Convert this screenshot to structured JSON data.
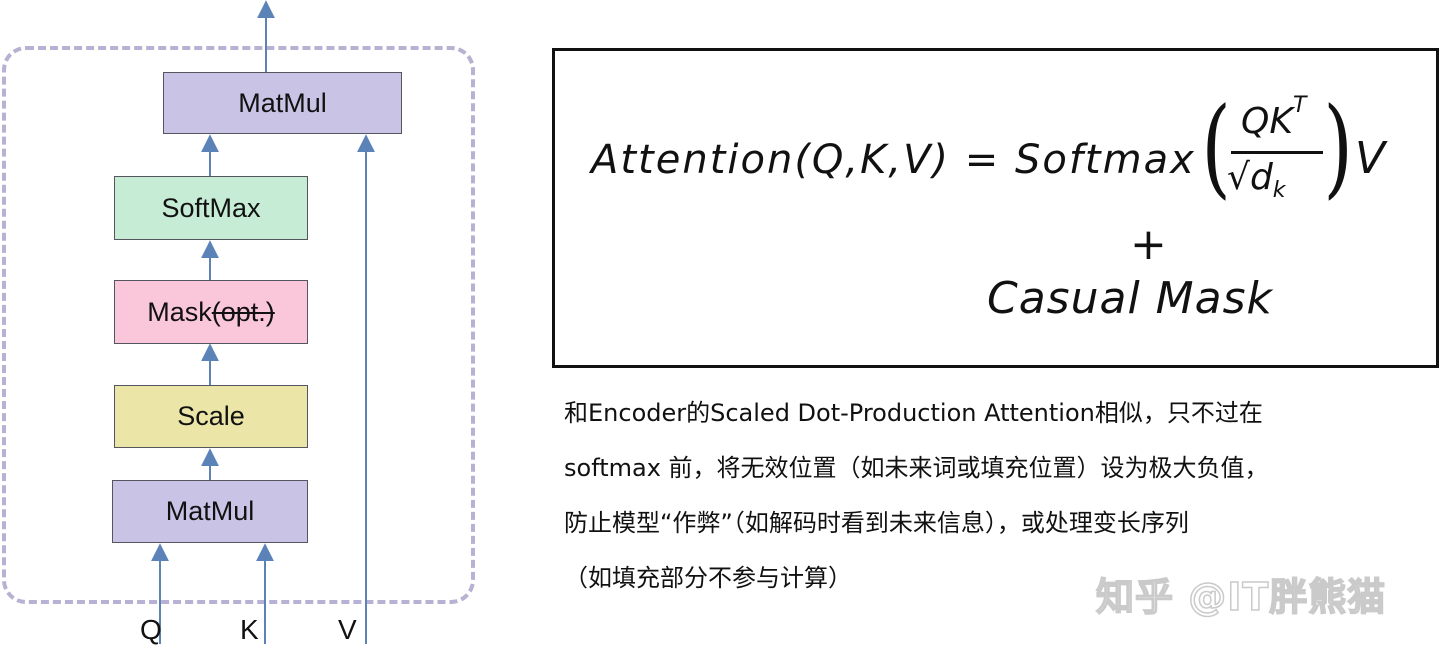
{
  "diagram": {
    "blocks": {
      "matmul_top": "MatMul",
      "softmax": "SoftMax",
      "mask_main": "Mask",
      "mask_opt": "(opt.)",
      "scale": "Scale",
      "matmul_bottom": "MatMul"
    },
    "inputs": {
      "q": "Q",
      "k": "K",
      "v": "V"
    },
    "colors": {
      "matmul": "#c9c3e6",
      "softmax": "#c7ecd6",
      "mask": "#f9c6da",
      "scale": "#ebe6a8",
      "arrow": "#5b83b8",
      "frame": "#b7b1d3"
    }
  },
  "formula": {
    "lhs": "Attention(Q,K,V) = Softmax",
    "numerator": "QK",
    "numerator_sup": "T",
    "denominator": "√d",
    "denominator_sub": "k",
    "rhs": "V",
    "plus": "+",
    "mask": "Casual Mask"
  },
  "description": {
    "line1": "和Encoder的Scaled Dot-Production Attention相似，只不过在",
    "line2": "softmax 前，将无效位置（如未来词或填充位置）设为极大负值，",
    "line3": "防止模型“作弊”（如解码时看到未来信息），或处理变长序列",
    "line4": "（如填充部分不参与计算）"
  },
  "watermark": "知乎 @IT胖熊猫"
}
